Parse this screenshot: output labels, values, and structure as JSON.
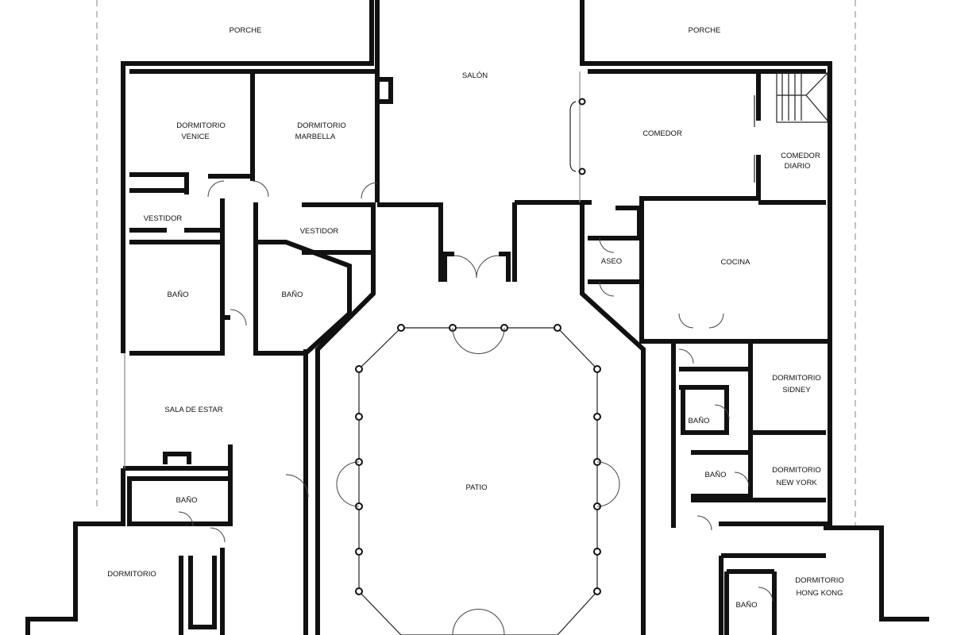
{
  "rooms": {
    "porche_left": "PORCHE",
    "porche_right": "PORCHE",
    "salon": "SALÓN",
    "dorm_venice_1": "DORMITORIO",
    "dorm_venice_2": "VENICE",
    "dorm_marbella_1": "DORMITORIO",
    "dorm_marbella_2": "MARBELLA",
    "comedor": "COMEDOR",
    "comedor_diario_1": "COMEDOR",
    "comedor_diario_2": "DIARIO",
    "vestidor_left": "VESTIDOR",
    "vestidor_mid": "VESTIDOR",
    "aseo": "ASEO",
    "cocina": "COCINA",
    "bano_venice": "BAÑO",
    "bano_marbella": "BAÑO",
    "sala_estar": "SALA DE ESTAR",
    "patio": "PATIO",
    "dorm_sidney_1": "DORMITORIO",
    "dorm_sidney_2": "SIDNEY",
    "bano_sidney": "BAÑO",
    "dorm_newyork_1": "DORMITORIO",
    "dorm_newyork_2": "NEW YORK",
    "bano_newyork": "BAÑO",
    "bano_sala": "BAÑO",
    "dormitorio": "DORMITORIO",
    "dorm_hongkong_1": "DORMITORIO",
    "dorm_hongkong_2": "HONG KONG",
    "bano_hongkong": "BAÑO"
  }
}
